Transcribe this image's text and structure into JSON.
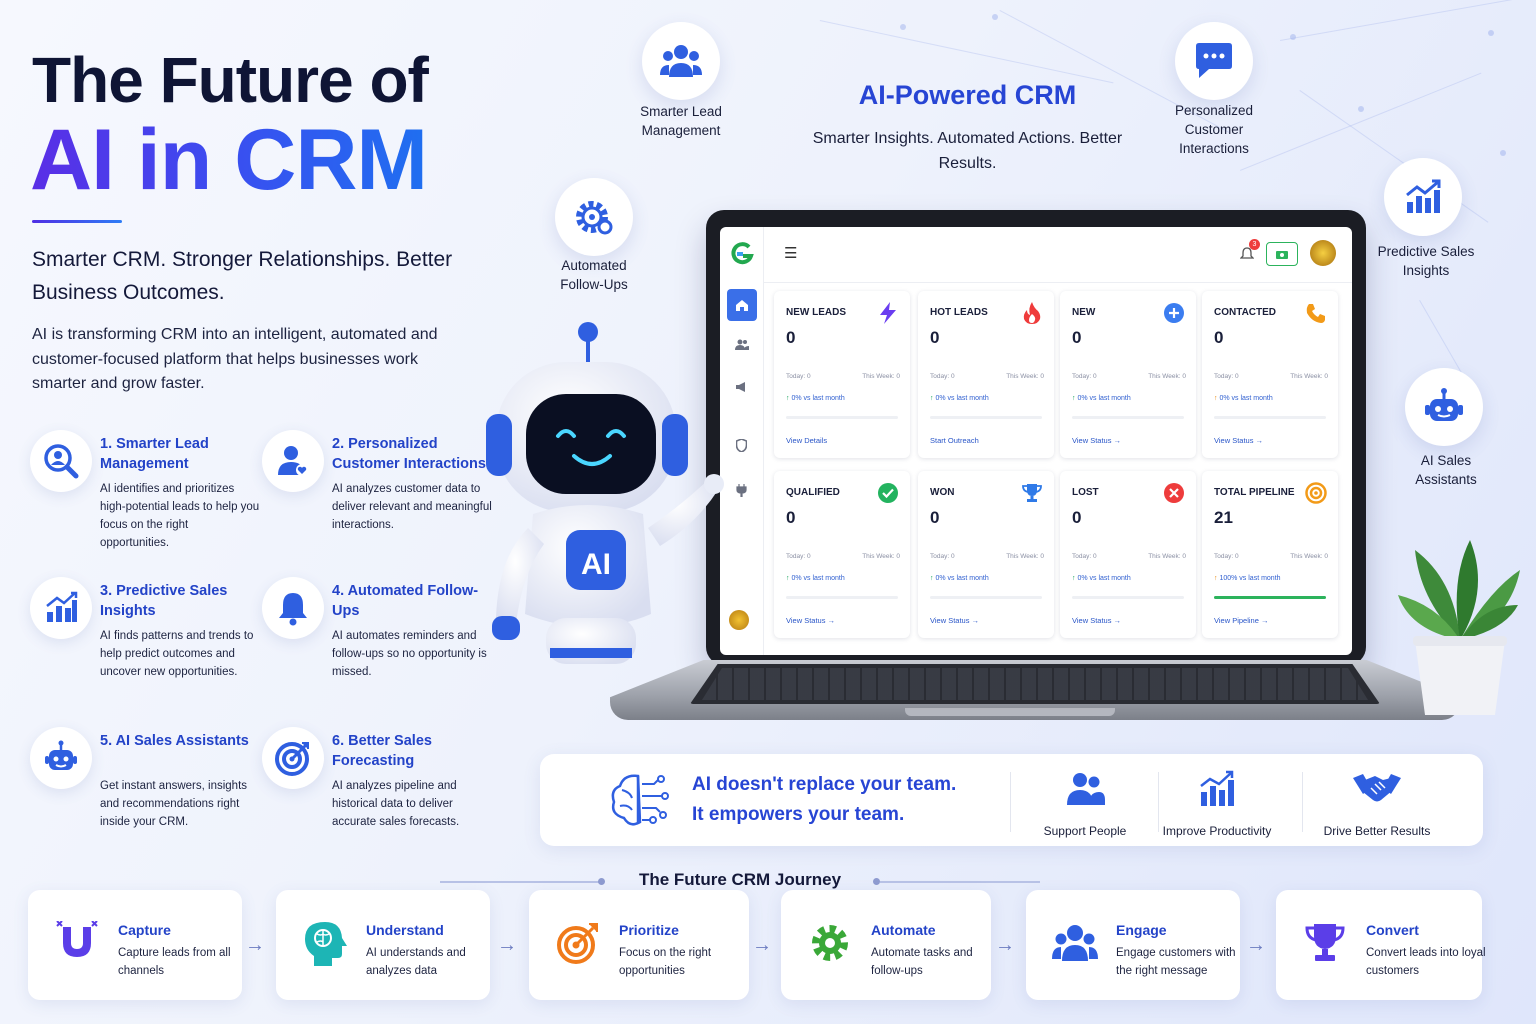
{
  "hero": {
    "line1": "The Future of",
    "line2": "AI in CRM",
    "subtitle": "Smarter CRM. Stronger Relationships. Better Business Outcomes.",
    "description": "AI is transforming CRM into an intelligent, automated and customer-focused platform that helps businesses work smarter and grow faster."
  },
  "features": [
    {
      "title": "1. Smarter Lead Management",
      "desc": "AI identifies and prioritizes high-potential leads to help you focus on the right opportunities.",
      "icon": "magnifier-user-icon"
    },
    {
      "title": "2. Personalized Customer Interactions",
      "desc": "AI analyzes customer data to deliver relevant and meaningful interactions.",
      "icon": "user-heart-icon"
    },
    {
      "title": "3. Predictive Sales Insights",
      "desc": "AI finds patterns and trends to help predict outcomes and uncover new opportunities.",
      "icon": "chart-up-icon"
    },
    {
      "title": "4. Automated Follow-Ups",
      "desc": "AI automates reminders and follow-ups so no opportunity is missed.",
      "icon": "bell-icon"
    },
    {
      "title": "5. AI Sales Assistants",
      "desc": "Get instant answers, insights and recommendations right inside your CRM.",
      "icon": "robot-icon"
    },
    {
      "title": "6. Better Sales Forecasting",
      "desc": "AI analyzes pipeline and historical data to deliver accurate sales forecasts.",
      "icon": "target-icon"
    }
  ],
  "floating": {
    "lead_mgmt": "Smarter Lead Management",
    "followups": "Automated Follow-Ups",
    "personalized": "Personalized Customer Interactions",
    "predictive": "Predictive Sales Insights",
    "assistants": "AI Sales Assistants"
  },
  "ai_crm": {
    "title": "AI-Powered CRM",
    "subtitle": "Smarter Insights. Automated Actions. Better Results."
  },
  "dashboard": {
    "notification_count": "3",
    "cards": [
      {
        "label": "NEW LEADS",
        "value": "0",
        "today": "Today: 0",
        "week": "This Week: 0",
        "growth": "0% vs last month",
        "arrow": "↑",
        "action": "View Details",
        "icon": "lightning-icon",
        "color": "#6a3df0",
        "progress": 0
      },
      {
        "label": "HOT LEADS",
        "value": "0",
        "today": "Today: 0",
        "week": "This Week: 0",
        "growth": "0% vs last month",
        "arrow": "↑",
        "action": "Start Outreach",
        "icon": "flame-icon",
        "color": "#ef3b3b",
        "progress": 0
      },
      {
        "label": "NEW",
        "value": "0",
        "today": "Today: 0",
        "week": "This Week: 0",
        "growth": "0% vs last month",
        "arrow": "↑",
        "action": "View Status →",
        "icon": "plus-circle-icon",
        "color": "#3b7df0",
        "progress": 0
      },
      {
        "label": "CONTACTED",
        "value": "0",
        "today": "Today: 0",
        "week": "This Week: 0",
        "growth": "0% vs last month",
        "arrow": "↑",
        "action": "View Status →",
        "icon": "phone-icon",
        "color": "#f29a18",
        "progress": 0
      },
      {
        "label": "QUALIFIED",
        "value": "0",
        "today": "Today: 0",
        "week": "This Week: 0",
        "growth": "0% vs last month",
        "arrow": "↑",
        "action": "View Status →",
        "icon": "check-circle-icon",
        "color": "#23b35f",
        "progress": 0
      },
      {
        "label": "WON",
        "value": "0",
        "today": "Today: 0",
        "week": "This Week: 0",
        "growth": "0% vs last month",
        "arrow": "↑",
        "action": "View Status →",
        "icon": "trophy-icon",
        "color": "#2f7ae8",
        "progress": 0
      },
      {
        "label": "LOST",
        "value": "0",
        "today": "Today: 0",
        "week": "This Week: 0",
        "growth": "0% vs last month",
        "arrow": "↑",
        "action": "View Status →",
        "icon": "x-circle-icon",
        "color": "#ee3c3c",
        "progress": 0
      },
      {
        "label": "TOTAL PIPELINE",
        "value": "21",
        "today": "Today: 0",
        "week": "This Week: 0",
        "growth": "100% vs last month",
        "arrow": "↑",
        "action": "View Pipeline →",
        "icon": "target-ring-icon",
        "color": "#f29a18",
        "progress": 1
      }
    ]
  },
  "robot": {
    "badge": "AI"
  },
  "empower": {
    "line1": "AI doesn't replace your team.",
    "line2": "It empowers your team.",
    "items": [
      {
        "label": "Support People",
        "icon": "people-icon"
      },
      {
        "label": "Improve Productivity",
        "icon": "bar-chart-icon"
      },
      {
        "label": "Drive Better Results",
        "icon": "handshake-icon"
      }
    ]
  },
  "journey": {
    "title": "The Future CRM Journey",
    "steps": [
      {
        "title": "Capture",
        "desc": "Capture leads from all channels",
        "icon": "magnet-icon"
      },
      {
        "title": "Understand",
        "desc": "AI understands and analyzes data",
        "icon": "brain-head-icon"
      },
      {
        "title": "Prioritize",
        "desc": "Focus on the right opportunities",
        "icon": "target-arrow-icon"
      },
      {
        "title": "Automate",
        "desc": "Automate tasks and follow-ups",
        "icon": "gear-icon"
      },
      {
        "title": "Engage",
        "desc": "Engage customers with the right message",
        "icon": "group-icon"
      },
      {
        "title": "Convert",
        "desc": "Convert leads into loyal customers",
        "icon": "trophy-icon"
      }
    ]
  },
  "colors": {
    "accent": "#2745d4",
    "brand_purple": "#5a2ee6",
    "green": "#23b35f"
  }
}
